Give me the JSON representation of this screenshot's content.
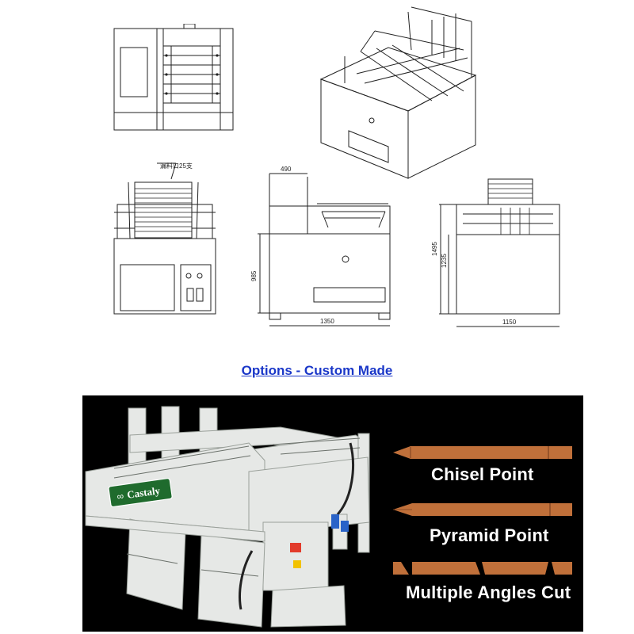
{
  "drawings": {
    "annotation_note": "漏料口25支",
    "side_view": {
      "height_label": "985",
      "top_label": "490",
      "width_label": "1350"
    },
    "end_view": {
      "overall_height_label": "1495",
      "body_height_label": "1235",
      "width_label": "1150"
    }
  },
  "options_link": {
    "label": "Options - Custom Made"
  },
  "photo": {
    "brand_logo": "Castaly",
    "cuts": [
      {
        "label": "Chisel Point"
      },
      {
        "label": "Pyramid Point"
      },
      {
        "label": "Multiple Angles Cut"
      }
    ],
    "colors": {
      "background": "#000000",
      "wood": "#c0703a",
      "machine": "#e6e8e6",
      "logo_green": "#1f6b2d"
    }
  }
}
